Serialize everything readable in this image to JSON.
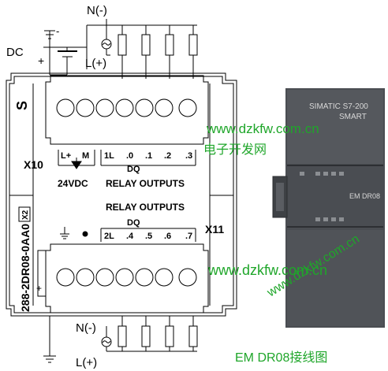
{
  "supply_top": {
    "dc_label": "DC",
    "minus_sign": "-",
    "plus_sign": "+",
    "neutral_label": "N(-)",
    "line_label": "L(+)"
  },
  "module": {
    "connector_top_label": "X10",
    "connector_bottom_label": "X11",
    "power_terminals": {
      "plus": "L+",
      "minus": "M",
      "voltage": "24VDC"
    },
    "group_top": {
      "common": "1L",
      "outputs": [
        ".0",
        ".1",
        ".2",
        ".3"
      ],
      "prefix": "DQ",
      "title": "RELAY OUTPUTS"
    },
    "group_bottom": {
      "title": "RELAY OUTPUTS",
      "prefix": "DQ",
      "common": "2L",
      "outputs": [
        ".4",
        ".5",
        ".6",
        ".7"
      ]
    },
    "part_number": "288-2DR08-0AA0",
    "part_suffix": "X2"
  },
  "supply_bottom": {
    "neutral_label": "N(-)",
    "line_label": "L(+)"
  },
  "photo": {
    "brand": "SIMATIC S7-200",
    "series": "SMART",
    "model": "EM DR08"
  },
  "watermarks": {
    "site_url": "www.dzkfw.com.cn",
    "site_name": "电子开发网"
  },
  "caption": "EM DR08接线图",
  "colors": {
    "line": "#000000",
    "watermark": "#1fa62a",
    "module_photo": "#4a4d52",
    "photo_text": "#d8d8d8"
  }
}
